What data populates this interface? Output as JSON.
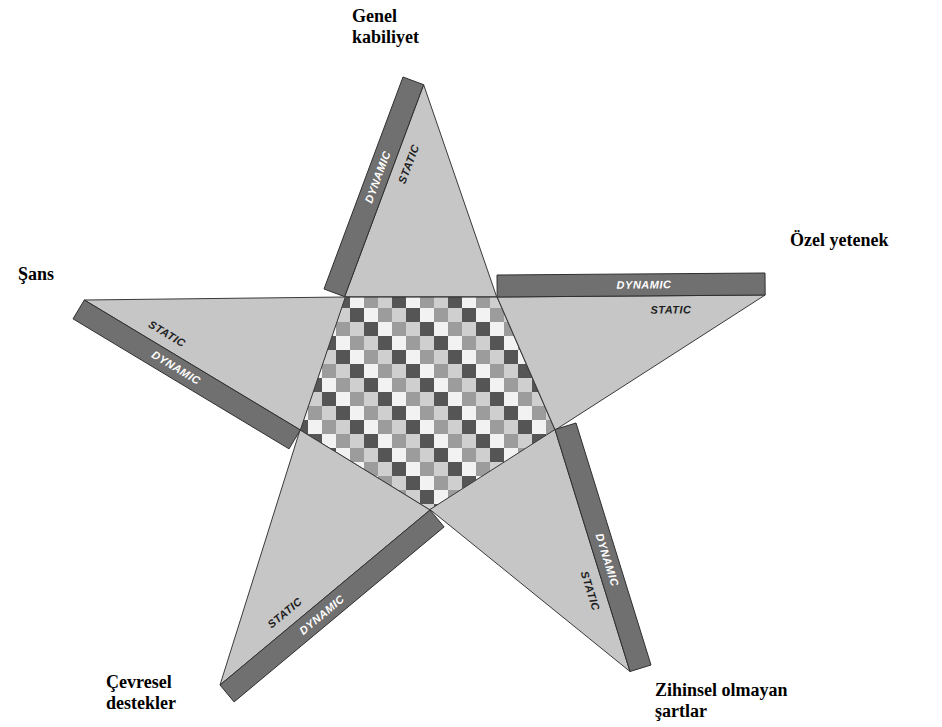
{
  "diagram": {
    "nodes": [
      {
        "text": [
          "Genel kabiliyet",
          "STATIC",
          "DYNAMIC"
        ]
      },
      {
        "text": [
          "Özel yetenek",
          "STATIC",
          "DYNAMIC"
        ]
      },
      {
        "text": [
          "Zihinsel olmayan şartlar",
          "STATIC",
          "DYNAMIC"
        ]
      },
      {
        "text": [
          "Çevresel destekler",
          "STATIC",
          "DYNAMIC"
        ]
      },
      {
        "text": [
          "Şans",
          "STATIC",
          "DYNAMIC"
        ]
      }
    ]
  }
}
